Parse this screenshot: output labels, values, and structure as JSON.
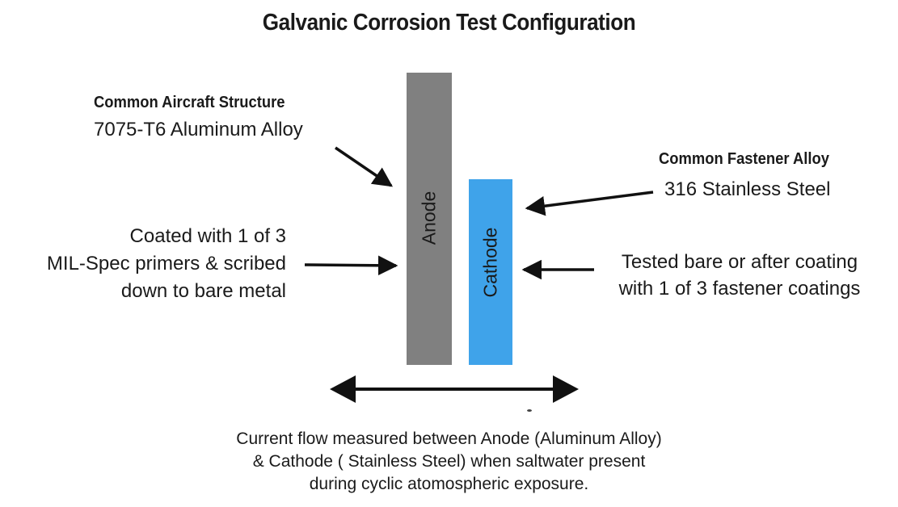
{
  "title": "Galvanic Corrosion Test Configuration",
  "left": {
    "structure_heading": "Common  Aircraft Structure",
    "structure_alloy": "7075-T6 Aluminum Alloy",
    "coating_line1": "Coated with 1 of 3",
    "coating_line2": "MIL-Spec primers & scribed",
    "coating_line3": "down to bare metal"
  },
  "right": {
    "fastener_heading": "Common Fastener Alloy",
    "fastener_alloy": "316 Stainless Steel",
    "coating_line1": "Tested bare or after coating",
    "coating_line2": "with 1 of 3 fastener coatings"
  },
  "bars": {
    "anode_label": "Anode",
    "cathode_label": "Cathode",
    "anode_color": "#808080",
    "cathode_color": "#3fa3ea"
  },
  "caption": {
    "line1": "Current flow measured between Anode (Aluminum Alloy)",
    "line2": "& Cathode ( Stainless Steel) when saltwater present",
    "line3": "during cyclic atomospheric exposure."
  }
}
